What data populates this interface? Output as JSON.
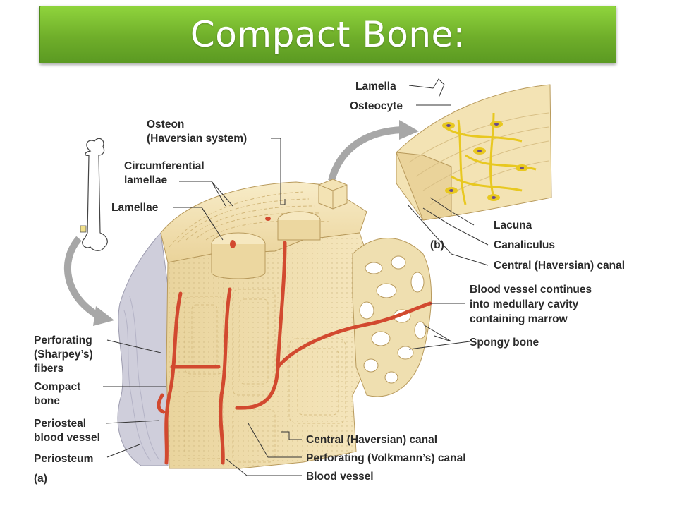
{
  "title": "Compact Bone:",
  "labels": {
    "lamella": "Lamella",
    "osteocyte": "Osteocyte",
    "osteon_1": "Osteon",
    "osteon_2": "(Haversian system)",
    "circ_1": "Circumferential",
    "circ_2": "lamellae",
    "lamellae": "Lamellae",
    "lacuna": "Lacuna",
    "b": "(b)",
    "canaliculus": "Canaliculus",
    "central_canal_b": "Central (Haversian) canal",
    "bv_1": "Blood vessel continues",
    "bv_2": "into medullary cavity",
    "bv_3": "containing marrow",
    "spongy": "Spongy bone",
    "perf_1": "Perforating",
    "perf_2": "(Sharpey’s)",
    "perf_3": "fibers",
    "compact_1": "Compact",
    "compact_2": "bone",
    "periosteal_1": "Periosteal",
    "periosteal_2": "blood vessel",
    "periosteum": "Periosteum",
    "a": "(a)",
    "central_canal_a": "Central (Haversian) canal",
    "volkmann": "Perforating (Volkmann’s) canal",
    "blood_vessel": "Blood vessel"
  },
  "colors": {
    "title_green": "#76b82a",
    "bone": "#f3e3b4",
    "bone_dark": "#dcc48a",
    "vessel": "#d2492f",
    "osteocyte": "#e8c820",
    "nucleus": "#6a4a8c",
    "arrow": "#a7a7a7",
    "periosteum": "#c9c8d6"
  }
}
